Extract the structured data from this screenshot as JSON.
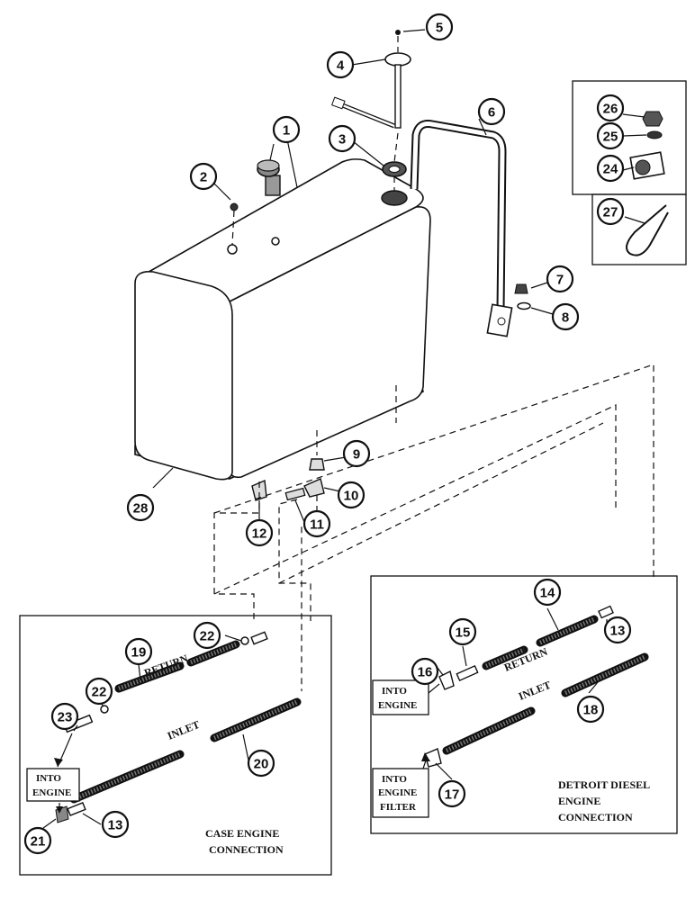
{
  "callouts": [
    "1",
    "2",
    "3",
    "4",
    "5",
    "6",
    "7",
    "8",
    "9",
    "10",
    "11",
    "12",
    "13",
    "13",
    "14",
    "15",
    "16",
    "17",
    "18",
    "19",
    "20",
    "21",
    "22",
    "22",
    "23",
    "24",
    "25",
    "26",
    "27",
    "28"
  ],
  "case_panel": {
    "return_label": "RETURN",
    "inlet_label": "INLET",
    "into_engine_line1": "INTO",
    "into_engine_line2": "ENGINE",
    "caption_line1": "CASE ENGINE",
    "caption_line2": "CONNECTION"
  },
  "detroit_panel": {
    "return_label": "RETURN",
    "inlet_label": "INLET",
    "into_engine_line1": "INTO",
    "into_engine_line2": "ENGINE",
    "into_filter_line1": "INTO",
    "into_filter_line2": "ENGINE",
    "into_filter_line3": "FILTER",
    "caption_line1": "DETROIT DIESEL",
    "caption_line2": "ENGINE",
    "caption_line3": "CONNECTION"
  }
}
